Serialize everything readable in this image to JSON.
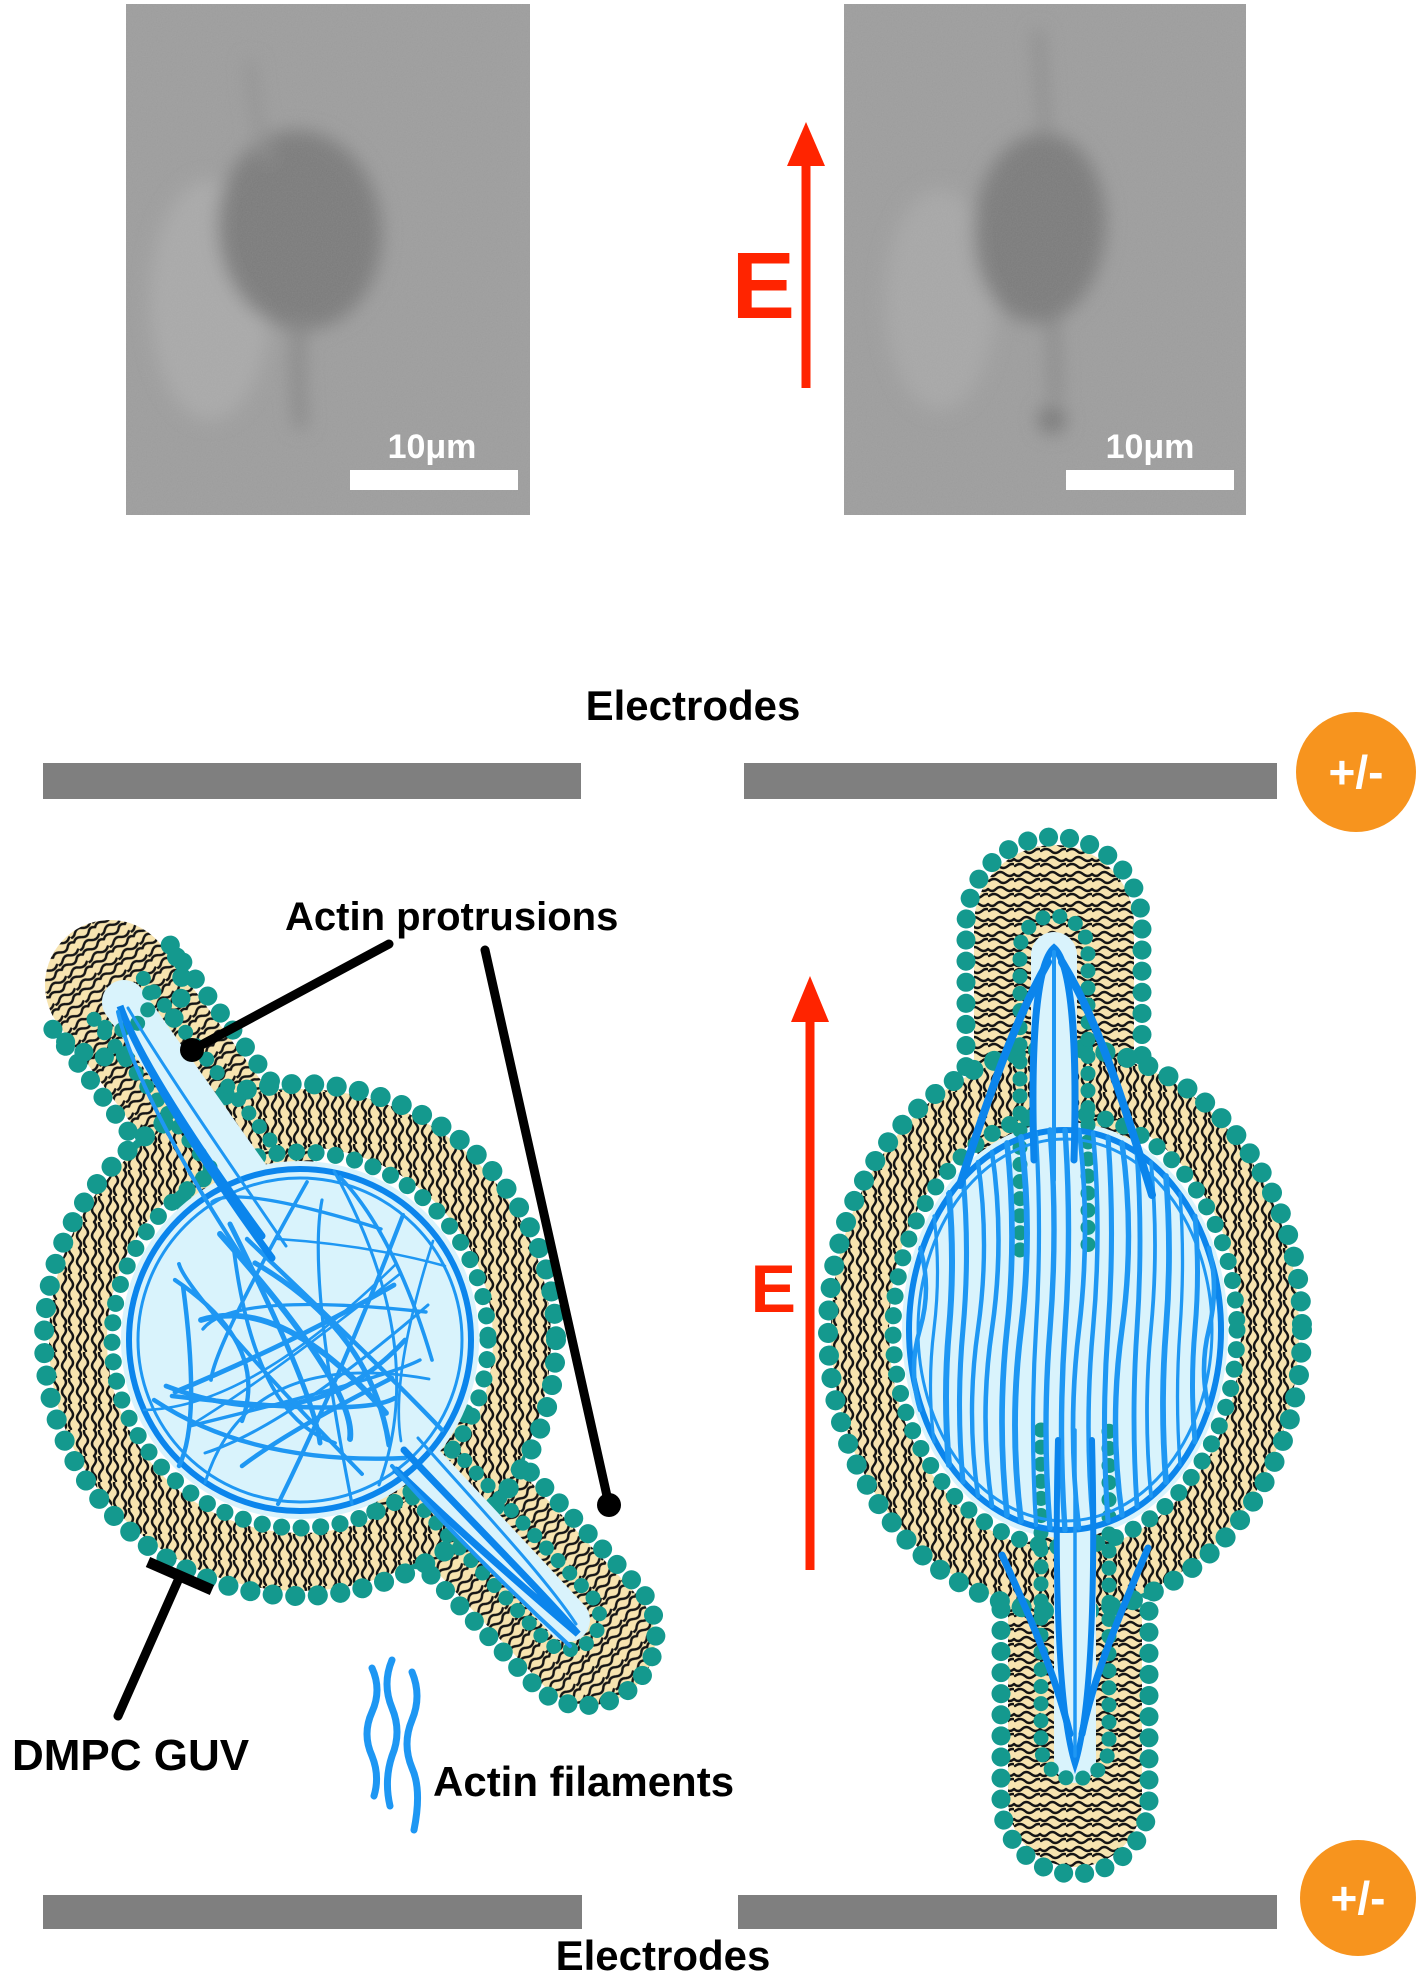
{
  "figure": {
    "description": "Actin protrusions in DMPC GUV aligning with electric field between electrodes"
  },
  "micrographs": {
    "left": {
      "scale_label": "10μm"
    },
    "right": {
      "scale_label": "10μm",
      "field_label": "E"
    }
  },
  "schematic": {
    "electrodes_label_top": "Electrodes",
    "electrodes_label_bottom": "Electrodes",
    "polarity_top": "+/-",
    "polarity_bottom": "+/-",
    "field_label": "E",
    "annotations": {
      "actin_protrusions": "Actin protrusions",
      "dmpc_guv": "DMPC GUV",
      "actin_filaments": "Actin filaments"
    }
  },
  "colors": {
    "membrane_head_teal": "#14998E",
    "membrane_tail_tan": "#F7E4B0",
    "lumen_blue": "#D9F3FC",
    "actin_blue": "#1E97F3",
    "actin_dark_blue": "#0B85EC",
    "field_red": "#FF2400",
    "electrode_gray": "#7F7F7F",
    "polarity_orange": "#F7941E"
  }
}
